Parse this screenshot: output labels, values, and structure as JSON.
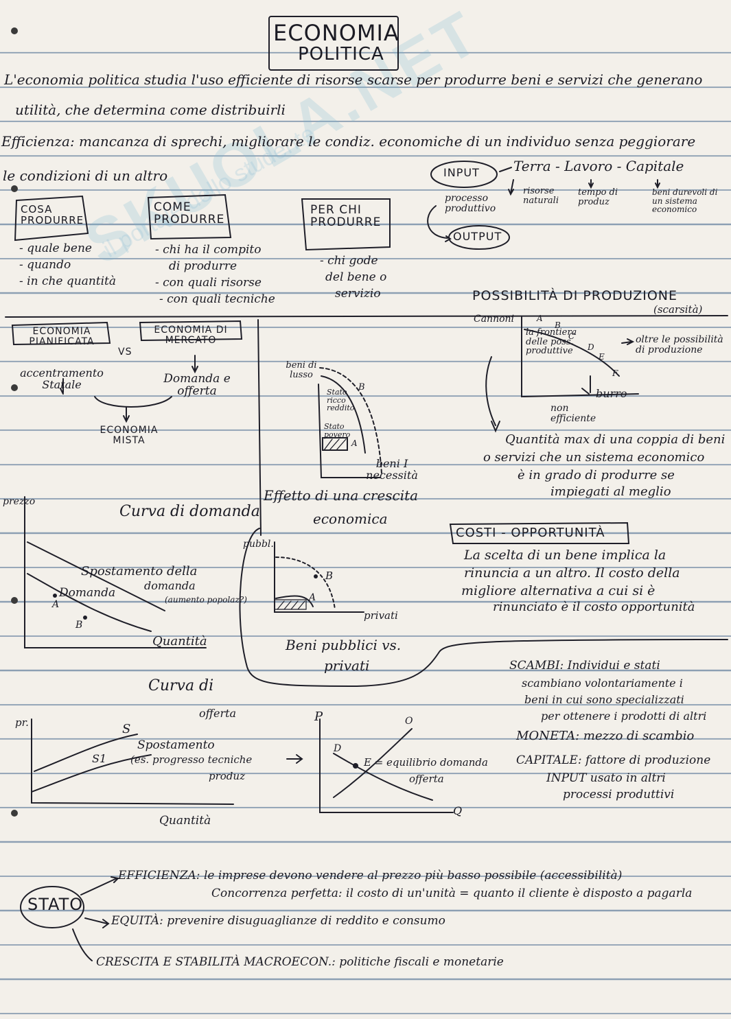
{
  "title": {
    "line1": "ECONOMIA",
    "line2": "POLITICA"
  },
  "watermark": {
    "logo": "SKUOLA.NET",
    "tagline": "il portale dello studente"
  },
  "intro": {
    "def1": "L'economia politica studia l'uso efficiente di risorse scarse per produrre beni e servizi che generano",
    "def2": "utilità, che determina come distribuirli",
    "eff1": "Efficienza: mancanza di sprechi, migliorare le condiz. economiche di un individuo senza peggiorare",
    "eff2": "le condizioni di un altro"
  },
  "input_output": {
    "input": "INPUT",
    "factors": "Terra - Lavoro - Capitale",
    "process": "processo produttivo",
    "output": "OUTPUT",
    "n1": "risorse naturali",
    "n2": "tempo di produz",
    "n3": "beni durevoli di un sistema economico"
  },
  "questions": {
    "cosa": "COSA PRODURRE",
    "cosa_items": [
      "- quale bene",
      "- quando",
      "- in che quantità"
    ],
    "come": "COME PRODURRE",
    "come_items": [
      "- chi ha il compito",
      "di produrre",
      "- con quali risorse",
      "- con quali tecniche"
    ],
    "perchi": "PER CHI PRODURRE",
    "perchi_items": [
      "- chi gode",
      "del bene o",
      "servizio"
    ]
  },
  "economie": {
    "pian": "ECONOMIA PIANIFICATA",
    "vs": "VS",
    "merc": "ECONOMIA DI MERCATO",
    "acc": "accentramento Statale",
    "dom": "Domanda e offerta",
    "mista": "ECONOMIA MISTA"
  },
  "beni_chart": {
    "y": "beni di lusso",
    "x": "beni I necessità",
    "ricchi": "Stato ricco reddito",
    "poveri": "Stato povero",
    "a": "A",
    "b": "B"
  },
  "possibilita": {
    "title": "POSSIBILITÀ DI PRODUZIONE",
    "sub": "(scarsità)",
    "y": "Cannoni",
    "x": "burro",
    "frontiera": "la frontiera delle poss. produttive",
    "oltre": "oltre le possibilità di produzione",
    "non_eff": "non efficiente",
    "pts": [
      "A",
      "B",
      "C",
      "D",
      "E",
      "F"
    ],
    "desc1": "Quantità max di una coppia di beni",
    "desc2": "o servizi che un sistema economico",
    "desc3": "è in grado di produrre se",
    "desc4": "impiegati al meglio"
  },
  "domanda": {
    "y": "prezzo",
    "title": "Curva di domanda",
    "shift1": "Spostamento della",
    "shift2": "domanda",
    "shift3": "(aumento popolaz?)",
    "curve": "Domanda",
    "x": "Quantità",
    "a": "A",
    "b": "B"
  },
  "crescita": {
    "title1": "Effetto di una crescita",
    "title2": "economica",
    "y": "pubbl.",
    "x": "privati",
    "b": "B",
    "a": "A",
    "cap1": "Beni pubblici vs.",
    "cap2": "privati"
  },
  "costi": {
    "title": "COSTI - OPPORTUNITÀ",
    "l1": "La scelta di un bene implica la",
    "l2": "rinuncia a un altro. Il costo della",
    "l3": "migliore alternativa a cui si è",
    "l4": "rinunciato è il costo opportunità"
  },
  "offerta": {
    "title1": "Curva di",
    "title2": "offerta",
    "y": "pr.",
    "s": "S",
    "s1": "S1",
    "shift1": "Spostamento",
    "shift2": "(es. progresso tecniche",
    "shift3": "produz",
    "x": "Quantità"
  },
  "equilibrio": {
    "p": "P",
    "o": "O",
    "d": "D",
    "e": "E = equilibrio domanda",
    "e2": "offerta",
    "q": "Q"
  },
  "scambi": {
    "s1": "SCAMBI: Individui e stati",
    "s2": "scambiano volontariamente i",
    "s3": "beni in cui sono specializzati",
    "s4": "per ottenere i prodotti di altri",
    "moneta": "MONETA: mezzo di scambio",
    "cap1": "CAPITALE: fattore di produzione",
    "cap2": "INPUT usato in altri",
    "cap3": "processi produttivi"
  },
  "stato": {
    "label": "STATO",
    "eff": "EFFICIENZA: le imprese devono vendere al prezzo più basso possibile (accessibilità)",
    "conc": "Concorrenza perfetta: il costo di un'unità = quanto il cliente è disposto a pagarla",
    "equita": "EQUITÀ: prevenire disuguaglianze di reddito e consumo",
    "crescita": "CRESCITA E STABILITÀ MACROECON.: politiche fiscali e monetarie"
  }
}
